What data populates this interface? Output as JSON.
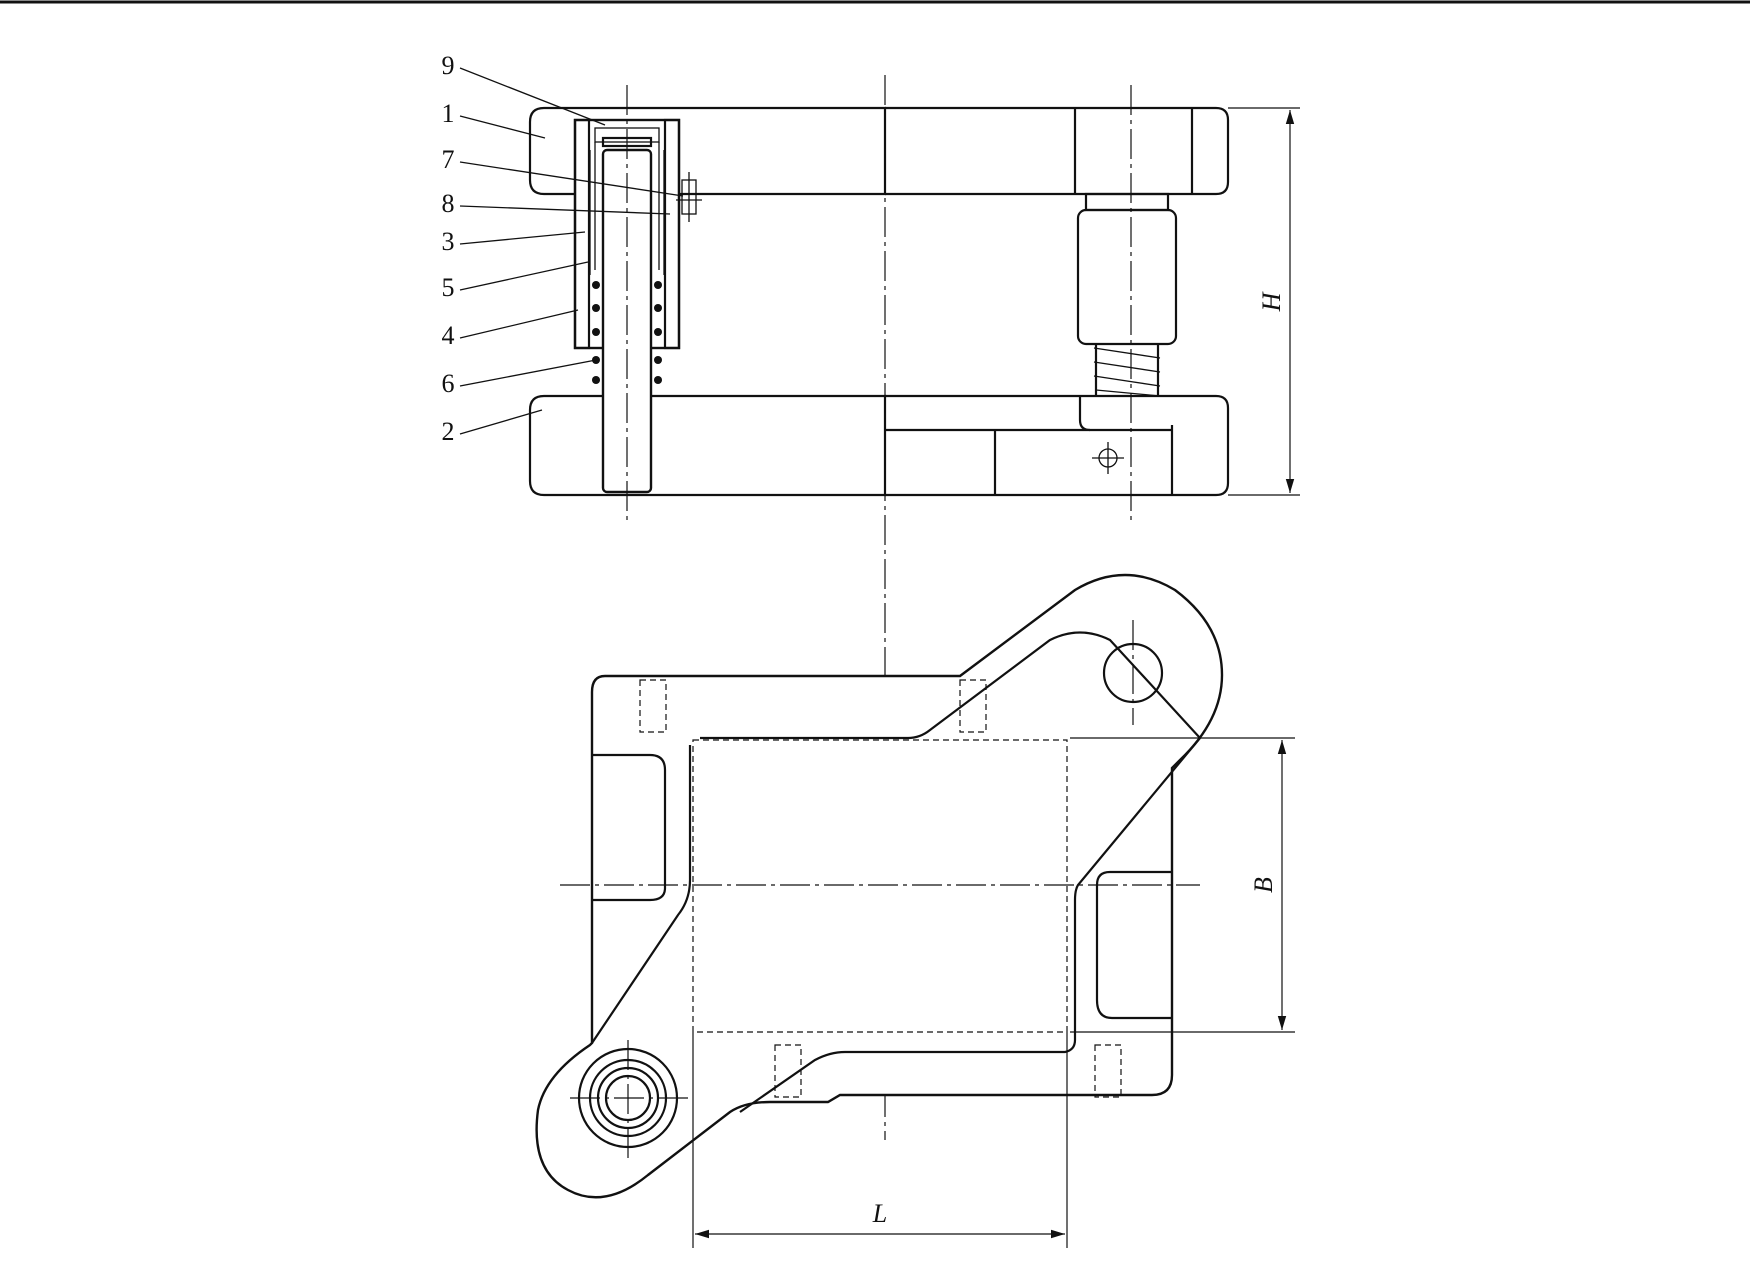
{
  "part_labels": [
    "9",
    "1",
    "7",
    "8",
    "3",
    "5",
    "4",
    "6",
    "2"
  ],
  "dimensions": {
    "height": "H",
    "width": "B",
    "length": "L"
  }
}
